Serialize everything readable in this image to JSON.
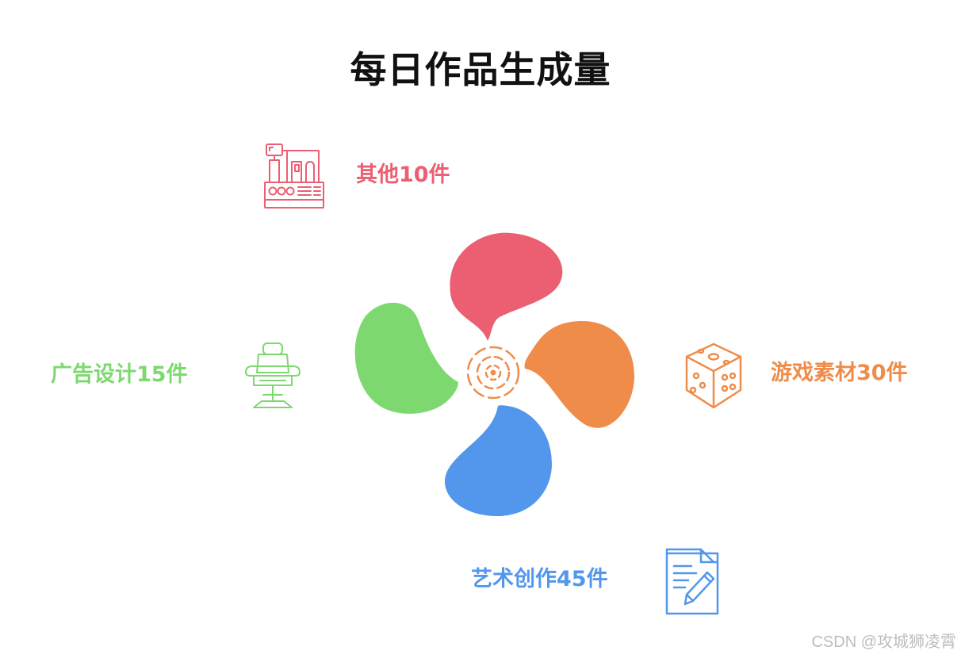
{
  "title": "每日作品生成量",
  "colors": {
    "other": "#ec5f72",
    "ad": "#7ed870",
    "game": "#f08c4a",
    "art": "#5297eb",
    "center": "#f08c4a"
  },
  "categories": [
    {
      "key": "other",
      "label": "其他10件",
      "icon": "factory-machine-icon"
    },
    {
      "key": "ad",
      "label": "广告设计15件",
      "icon": "salon-chair-icon"
    },
    {
      "key": "game",
      "label": "游戏素材30件",
      "icon": "dice-icon"
    },
    {
      "key": "art",
      "label": "艺术创作45件",
      "icon": "document-edit-icon"
    }
  ],
  "watermark": "CSDN @攻城狮凌霄"
}
